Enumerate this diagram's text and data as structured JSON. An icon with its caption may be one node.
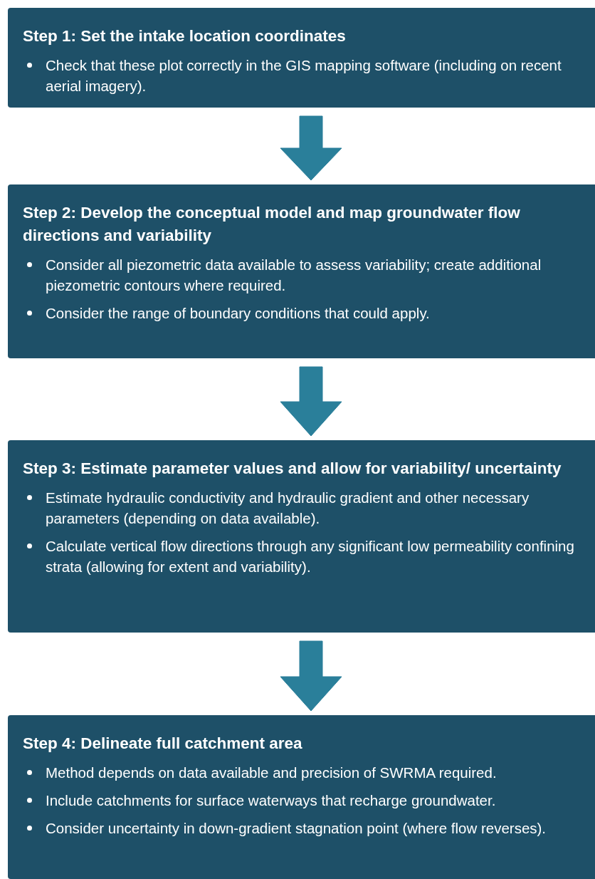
{
  "diagram": {
    "nodes": [
      {
        "text": [
          "Step 1: Set the intake location coordinates",
          "Check that these plot correctly in the GIS mapping software (including on recent aerial imagery)."
        ]
      },
      {
        "text": [
          "Step 2: Develop the conceptual model and map groundwater flow directions and variability",
          "Consider all piezometric data available to assess variability; create additional piezometric contours where required.",
          "Consider the range of boundary conditions that could apply."
        ]
      },
      {
        "text": [
          "Step 3: Estimate parameter values and allow for variability/ uncertainty",
          "Estimate hydraulic conductivity and hydraulic gradient and other necessary parameters (depending on data available).",
          "Calculate vertical flow directions through any significant low permeability confining strata (allowing for extent and variability)."
        ]
      },
      {
        "text": [
          "Step 4: Delineate full catchment area",
          "Method depends on data available and precision of SWRMA required.",
          "Include catchments for surface waterways that recharge groundwater.",
          "Consider uncertainty in down-gradient stagnation point (where flow reverses)."
        ]
      }
    ],
    "edges": [
      {
        "from": 0,
        "to": 1,
        "arrow": "to",
        "style": "thick"
      },
      {
        "from": 1,
        "to": 2,
        "arrow": "to",
        "style": "thick"
      },
      {
        "from": 2,
        "to": 3,
        "arrow": "to",
        "style": "thick"
      }
    ]
  }
}
